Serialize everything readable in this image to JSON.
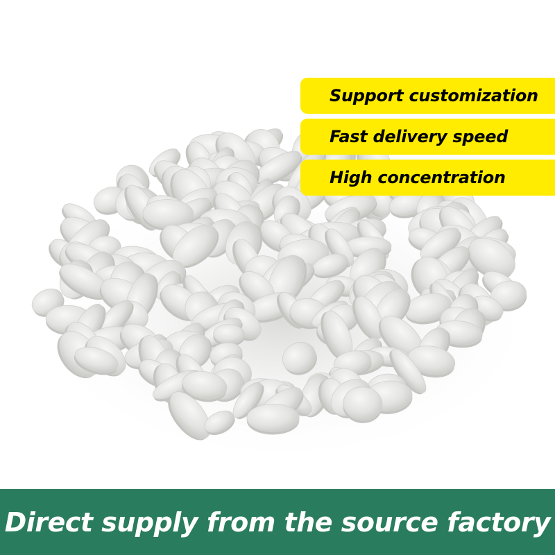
{
  "colors": {
    "background": "#ffffff",
    "tag_background": "#ffec00",
    "tag_text": "#000000",
    "banner_background": "#2a7c5e",
    "banner_text": "#ffffff",
    "pellet_base": "#e2e2e0"
  },
  "features": [
    {
      "label": "Support customization"
    },
    {
      "label": "Fast delivery speed"
    },
    {
      "label": "High concentration"
    }
  ],
  "banner": {
    "text": "Direct supply from the source factory"
  },
  "photo": {
    "subject": "white-pellets-pile-icon"
  }
}
